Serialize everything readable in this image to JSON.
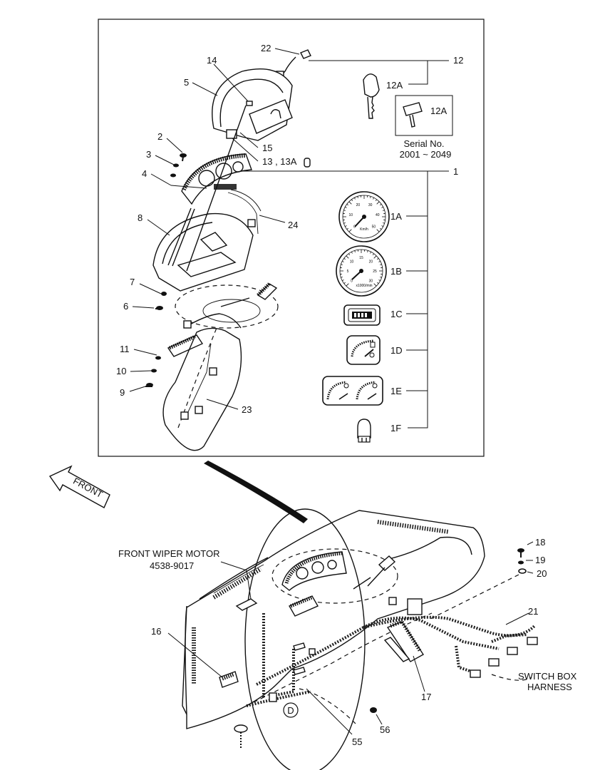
{
  "callouts": {
    "c22": "22",
    "c12": "12",
    "c12A_key": "12A",
    "c12A_box": "12A",
    "serial_line1": "Serial No.",
    "serial_line2": "2001 ~ 2049",
    "c14": "14",
    "c5": "5",
    "c15": "15",
    "c13": "13 , 13A",
    "c2": "2",
    "c3": "3",
    "c4": "4",
    "c1": "1",
    "c8": "8",
    "c24": "24",
    "c7": "7",
    "c6": "6",
    "c11": "11",
    "c10": "10",
    "c9": "9",
    "c23": "23",
    "c1A": "1A",
    "c1B": "1B",
    "c1C": "1C",
    "c1D": "1D",
    "c1E": "1E",
    "c1F": "1F",
    "c18": "18",
    "c19": "19",
    "c20": "20",
    "c21": "21",
    "c16": "16",
    "c17": "17",
    "c55": "55",
    "c56": "56"
  },
  "front_arrow": "FRONT",
  "wiper_motor": {
    "line1": "FRONT WIPER MOTOR",
    "line2": "4538-9017"
  },
  "switch_box": {
    "line1": "SWITCH BOX",
    "line2": "HARNESS"
  },
  "gauge_1A_unit": "Km/h",
  "gauge_1B_unit": "x1000/min",
  "gauge_1A_ticks": [
    "0",
    "10",
    "20",
    "30",
    "40",
    "50"
  ],
  "gauge_1B_ticks": [
    "0",
    "5",
    "10",
    "15",
    "20",
    "25",
    "30"
  ],
  "detail_D": "D"
}
